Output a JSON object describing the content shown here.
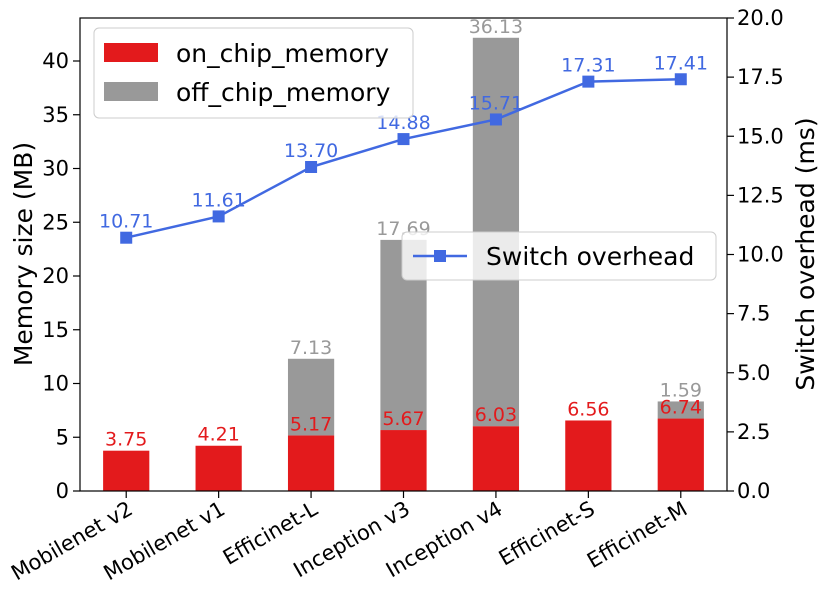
{
  "chart_data": {
    "type": "bar",
    "categories": [
      "Mobilenet v2",
      "Mobilenet v1",
      "Efficinet-L",
      "Inception v3",
      "Inception v4",
      "Efficinet-S",
      "Efficinet-M"
    ],
    "series": [
      {
        "name": "on_chip_memory",
        "axis": "left",
        "stacked": true,
        "color": "#e31a1c",
        "values": [
          3.75,
          4.21,
          5.17,
          5.67,
          6.03,
          6.56,
          6.74
        ]
      },
      {
        "name": "off_chip_memory",
        "axis": "left",
        "stacked": true,
        "color": "#999999",
        "values": [
          0,
          0,
          7.13,
          17.69,
          36.13,
          0,
          1.59
        ]
      },
      {
        "name": "Switch overhead",
        "axis": "right",
        "type": "line",
        "marker": "square",
        "color": "#4169e1",
        "values": [
          10.71,
          11.61,
          13.7,
          14.88,
          15.71,
          17.31,
          17.41
        ]
      }
    ],
    "data_labels": {
      "on_chip_memory": [
        "3.75",
        "4.21",
        "5.17",
        "5.67",
        "6.03",
        "6.56",
        "6.74"
      ],
      "off_chip_memory": [
        "",
        "",
        "7.13",
        "17.69",
        "36.13",
        "",
        "1.59"
      ],
      "Switch overhead": [
        "10.71",
        "11.61",
        "13.70",
        "14.88",
        "15.71",
        "17.31",
        "17.41"
      ]
    },
    "y_left": {
      "label": "Memory size (MB)",
      "ylim": [
        0,
        44
      ],
      "ticks": [
        0,
        5,
        10,
        15,
        20,
        25,
        30,
        35,
        40
      ],
      "tick_labels": [
        "0",
        "5",
        "10",
        "15",
        "20",
        "25",
        "30",
        "35",
        "40"
      ]
    },
    "y_right": {
      "label": "Switch overhead (ms)",
      "ylim": [
        0,
        20
      ],
      "ticks": [
        0,
        2.5,
        5,
        7.5,
        10,
        12.5,
        15,
        17.5,
        20
      ],
      "tick_labels": [
        "0.0",
        "2.5",
        "5.0",
        "7.5",
        "10.0",
        "12.5",
        "15.0",
        "17.5",
        "20.0"
      ]
    },
    "xlabel": "",
    "title": "",
    "grid": false,
    "legends": [
      {
        "placement": "top-left",
        "entries": [
          "on_chip_memory",
          "off_chip_memory"
        ]
      },
      {
        "placement": "center-right",
        "entries": [
          "Switch overhead"
        ]
      }
    ]
  }
}
